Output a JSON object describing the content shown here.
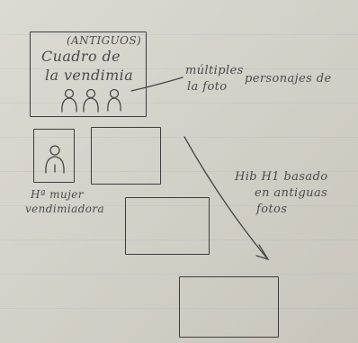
{
  "sketch": {
    "main_panel": {
      "tag": "(ANTIGUOS)",
      "title_line1": "Cuadro de",
      "title_line2": "la vendimia",
      "figure_count": 3
    },
    "note_personajes": {
      "line1": "múltiples",
      "line2": "la foto",
      "line3": "personajes de"
    },
    "caption_mujer": {
      "line1": "Hª mujer",
      "line2": "vendimiadora"
    },
    "note_hib": {
      "line1": "Hib H1 basado",
      "line2": "en antiguas",
      "line3": "fotos"
    }
  }
}
